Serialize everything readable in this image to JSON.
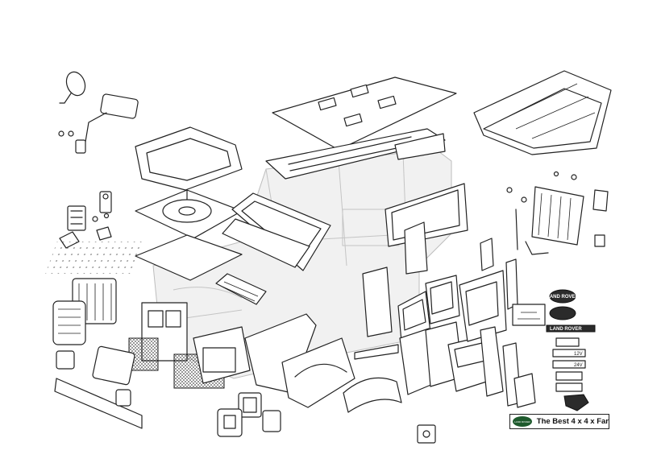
{
  "badges": {
    "land_rover_oval": "LAND ROVER",
    "land_rover_strip": "LAND ROVER",
    "voltage_12": "12V",
    "voltage_24": "24V"
  },
  "tagline": {
    "logo": "LAND ROVER",
    "text": "The Best 4 x 4 x Far"
  },
  "colors": {
    "line": "#222222",
    "ghost_body": "#f1f1f1",
    "logo_green": "#1e5a2d",
    "badge_dark": "#2b2b2b"
  }
}
